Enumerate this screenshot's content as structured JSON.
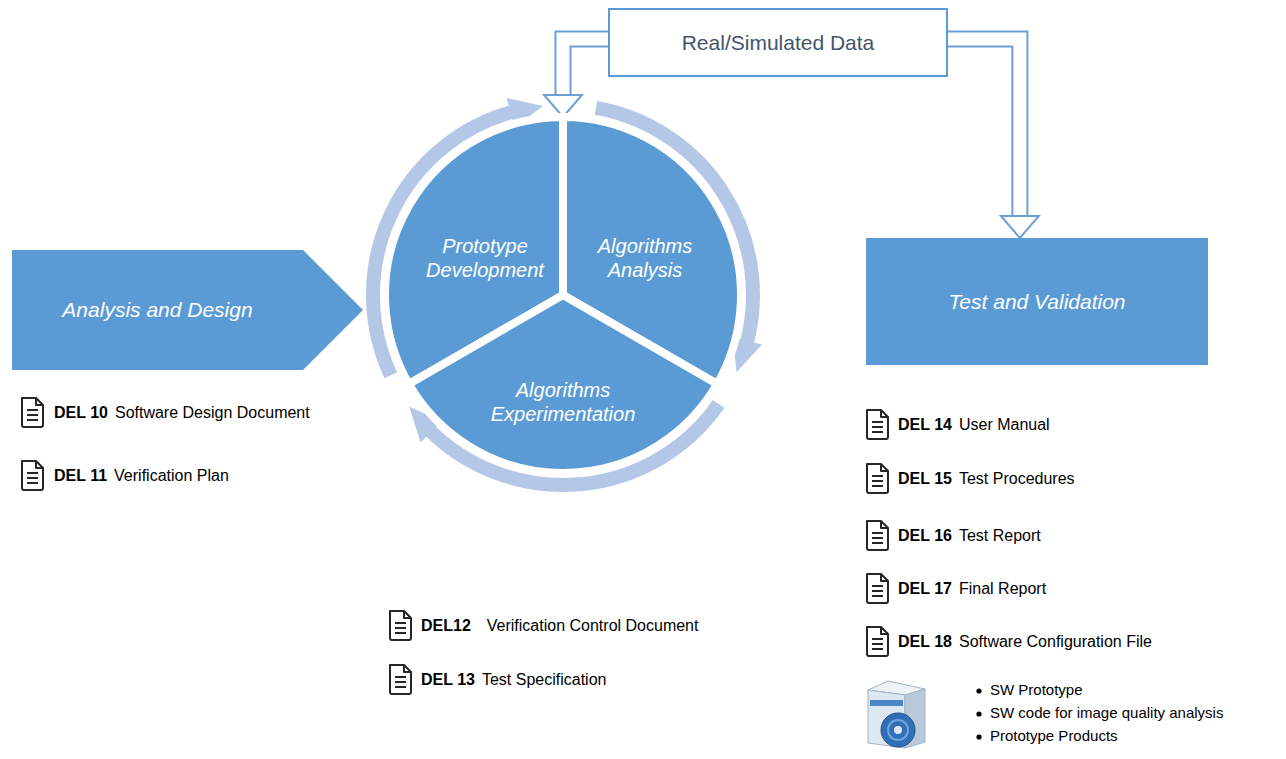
{
  "diagram": {
    "nodes": [
      {
        "text": [
          "Real/Simulated Data"
        ]
      },
      {
        "text": [
          "Analysis and Design"
        ]
      },
      {
        "text": [
          "Prototype Development"
        ]
      },
      {
        "text": [
          "Algorithms Analysis"
        ]
      },
      {
        "text": [
          "Algorithms Experimentation"
        ]
      },
      {
        "text": [
          "Test and Validation"
        ]
      }
    ],
    "edges": [
      {
        "from": 0,
        "to": 2,
        "arrow": "to"
      },
      {
        "from": 0,
        "to": 5,
        "arrow": "to"
      }
    ],
    "labels": [
      "DEL 10",
      "Software Design Document",
      "DEL 11",
      "Verification Plan",
      "DEL12",
      "Verification Control Document",
      "DEL 13",
      "Test Specification",
      "DEL 14",
      "User Manual",
      "DEL 15",
      "Test Procedures",
      "DEL 16",
      "Test Report",
      "DEL 17",
      "Final Report",
      "DEL 18",
      "Software Configuration File",
      "SW Prototype",
      "SW code for image quality analysis",
      "Prototype Products"
    ]
  }
}
